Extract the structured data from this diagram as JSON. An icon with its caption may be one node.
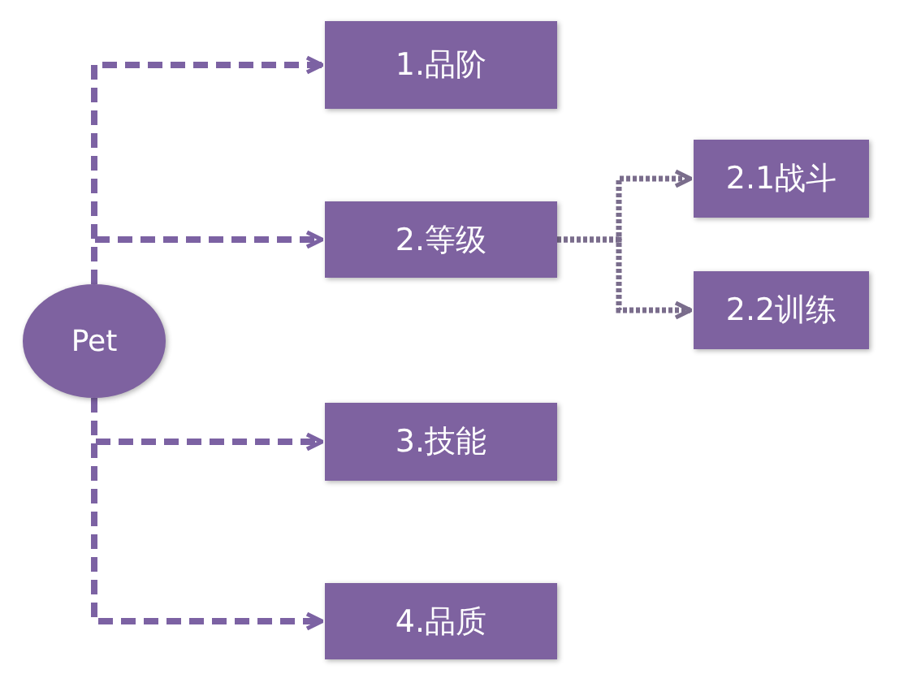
{
  "diagram": {
    "nodes": [
      {
        "text": [
          "Pet"
        ]
      },
      {
        "text": [
          "1.品阶"
        ]
      },
      {
        "text": [
          "2.等级"
        ]
      },
      {
        "text": [
          "2.1战斗"
        ]
      },
      {
        "text": [
          "2.2训练"
        ]
      },
      {
        "text": [
          "3.技能"
        ]
      },
      {
        "text": [
          "4.品质"
        ]
      }
    ],
    "edges": [
      {
        "from": 0,
        "to": 1,
        "arrow": "to",
        "style": "dashed"
      },
      {
        "from": 0,
        "to": 2,
        "arrow": "to",
        "style": "dashed"
      },
      {
        "from": 2,
        "to": 3,
        "arrow": "to",
        "color": "#7a6d8c"
      },
      {
        "from": 2,
        "to": 4,
        "arrow": "to",
        "color": "#7a6d8c"
      },
      {
        "from": 0,
        "to": 5,
        "arrow": "to",
        "style": "dashed"
      },
      {
        "from": 0,
        "to": 6,
        "arrow": "to",
        "style": "dashed"
      }
    ]
  }
}
